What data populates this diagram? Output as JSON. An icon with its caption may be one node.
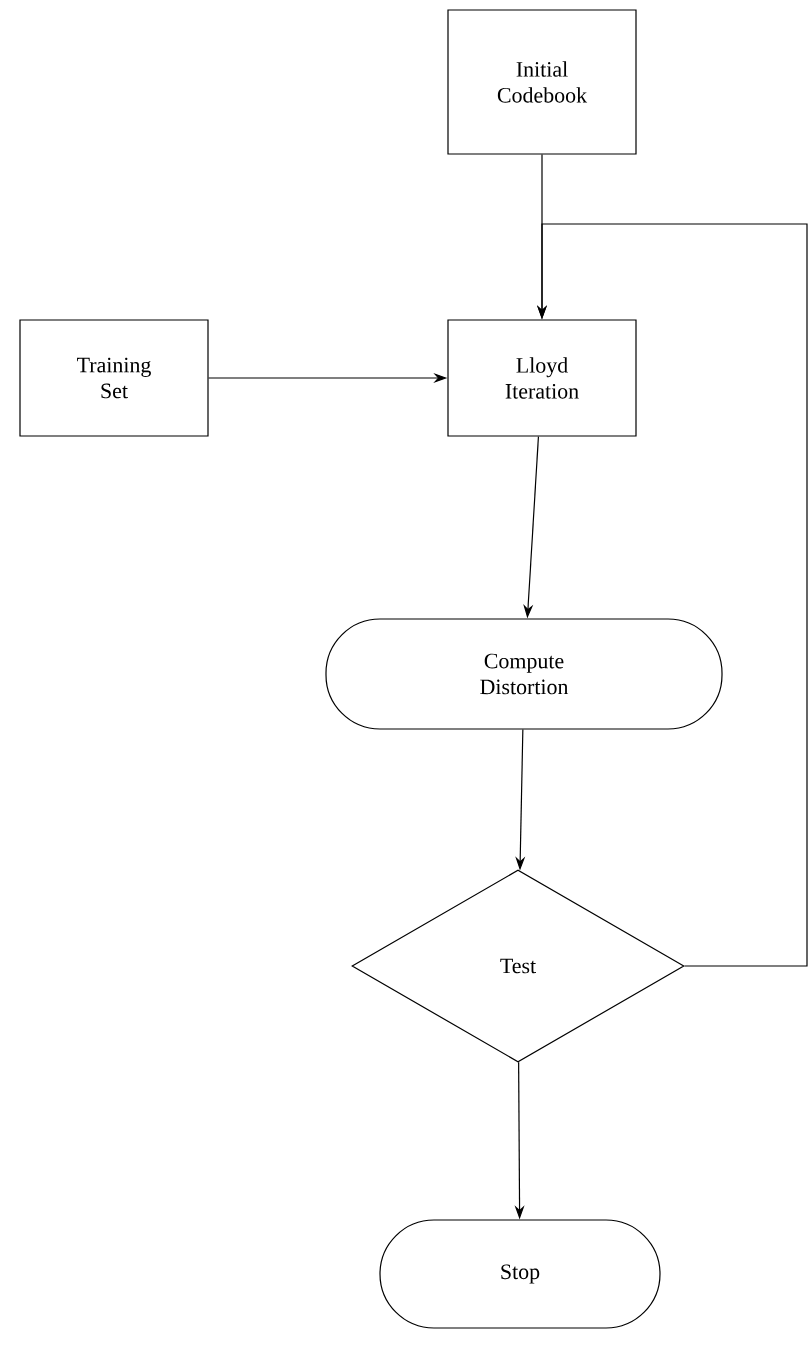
{
  "diagram": {
    "nodes": [
      {
        "text": [
          "Initial Codebook"
        ]
      },
      {
        "text": [
          "Training Set"
        ]
      },
      {
        "text": [
          "Lloyd Iteration"
        ]
      },
      {
        "text": [
          "Compute Distortion"
        ]
      },
      {
        "text": [
          "Test"
        ]
      },
      {
        "text": [
          "Stop"
        ]
      }
    ],
    "edges": [
      {
        "from": 0,
        "to": 2,
        "arrow": "to"
      },
      {
        "from": 1,
        "to": 2,
        "arrow": "to"
      },
      {
        "from": 2,
        "to": 3,
        "arrow": "to"
      },
      {
        "from": 3,
        "to": 4,
        "arrow": "to"
      },
      {
        "from": 4,
        "to": 5,
        "arrow": "to"
      },
      {
        "from": 4,
        "to": 2,
        "arrow": "to"
      }
    ]
  }
}
